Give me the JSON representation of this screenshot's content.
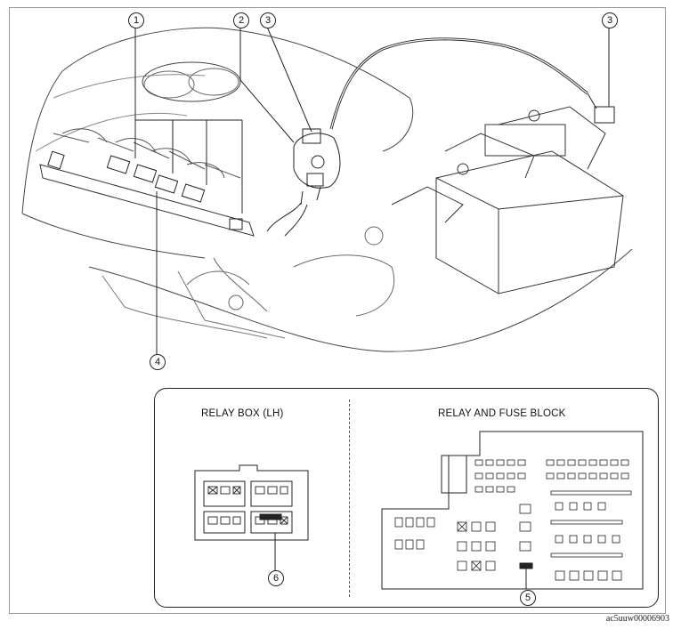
{
  "callouts": {
    "c1": "1",
    "c2": "2",
    "c3a": "3",
    "c3b": "3",
    "c4": "4",
    "c5": "5",
    "c6": "6"
  },
  "panel": {
    "relay_box_title": "RELAY BOX (LH)",
    "relay_fuse_title": "RELAY AND FUSE BLOCK"
  },
  "figure_id": "ac5uuw00006903"
}
